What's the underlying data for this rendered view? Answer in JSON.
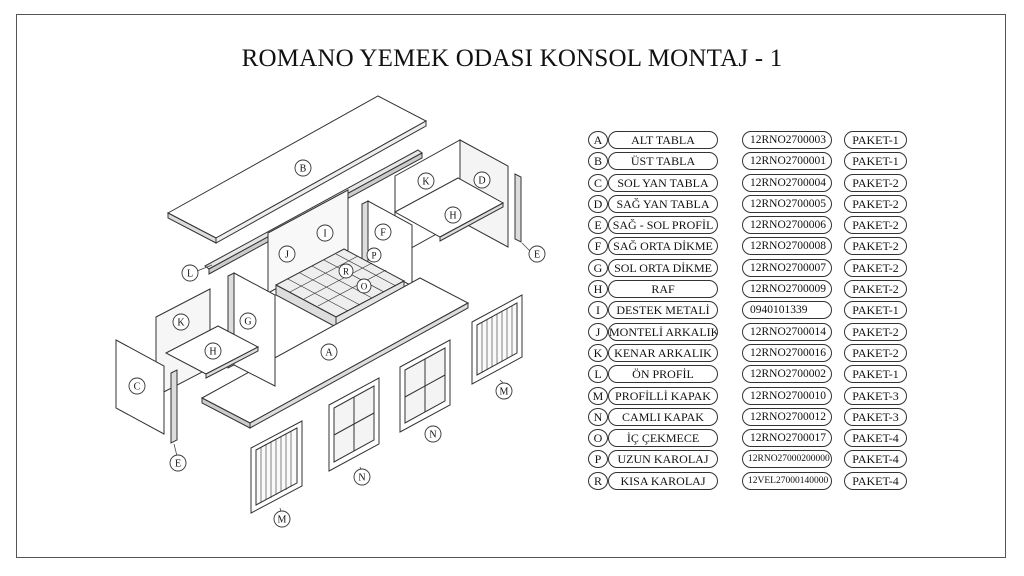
{
  "title": "ROMANO YEMEK ODASI KONSOL MONTAJ - 1",
  "parts": [
    {
      "letter": "A",
      "name": "ALT TABLA",
      "code": "12RNO2700003",
      "package": "PAKET-1"
    },
    {
      "letter": "B",
      "name": "ÜST TABLA",
      "code": "12RNO2700001",
      "package": "PAKET-1"
    },
    {
      "letter": "C",
      "name": "SOL YAN TABLA",
      "code": "12RNO2700004",
      "package": "PAKET-2"
    },
    {
      "letter": "D",
      "name": "SAĞ YAN TABLA",
      "code": "12RNO2700005",
      "package": "PAKET-2"
    },
    {
      "letter": "E",
      "name": "SAĞ - SOL PROFİL",
      "code": "12RNO2700006",
      "package": "PAKET-2"
    },
    {
      "letter": "F",
      "name": "SAĞ ORTA DİKME",
      "code": "12RNO2700008",
      "package": "PAKET-2"
    },
    {
      "letter": "G",
      "name": "SOL ORTA DİKME",
      "code": "12RNO2700007",
      "package": "PAKET-2"
    },
    {
      "letter": "H",
      "name": "RAF",
      "code": "12RNO2700009",
      "package": "PAKET-2"
    },
    {
      "letter": "I",
      "name": "DESTEK METALİ",
      "code": "0940101339",
      "package": "PAKET-1"
    },
    {
      "letter": "J",
      "name": "MONTELİ ARKALIK",
      "code": "12RNO2700014",
      "package": "PAKET-2"
    },
    {
      "letter": "K",
      "name": "KENAR ARKALIK",
      "code": "12RNO2700016",
      "package": "PAKET-2"
    },
    {
      "letter": "L",
      "name": "ÖN PROFİL",
      "code": "12RNO2700002",
      "package": "PAKET-1"
    },
    {
      "letter": "M",
      "name": "PROFİLLİ KAPAK",
      "code": "12RNO2700010",
      "package": "PAKET-3"
    },
    {
      "letter": "N",
      "name": "CAMLI KAPAK",
      "code": "12RNO2700012",
      "package": "PAKET-3"
    },
    {
      "letter": "O",
      "name": "İÇ ÇEKMECE",
      "code": "12RNO2700017",
      "package": "PAKET-4"
    },
    {
      "letter": "P",
      "name": "UZUN KAROLAJ",
      "code": "12RNO27000200000",
      "package": "PAKET-4"
    },
    {
      "letter": "R",
      "name": "KISA KAROLAJ",
      "code": "12VEL27000140000",
      "package": "PAKET-4"
    }
  ],
  "diagram_labels": {
    "B": "B",
    "K1": "K",
    "D": "D",
    "H1": "H",
    "I": "I",
    "J": "J",
    "F": "F",
    "P": "P",
    "R": "R",
    "O": "O",
    "L": "L",
    "E1": "E",
    "K2": "K",
    "G": "G",
    "H2": "H",
    "C": "C",
    "A": "A",
    "E2": "E",
    "M1": "M",
    "N1": "N",
    "N2": "N",
    "M2": "M"
  }
}
